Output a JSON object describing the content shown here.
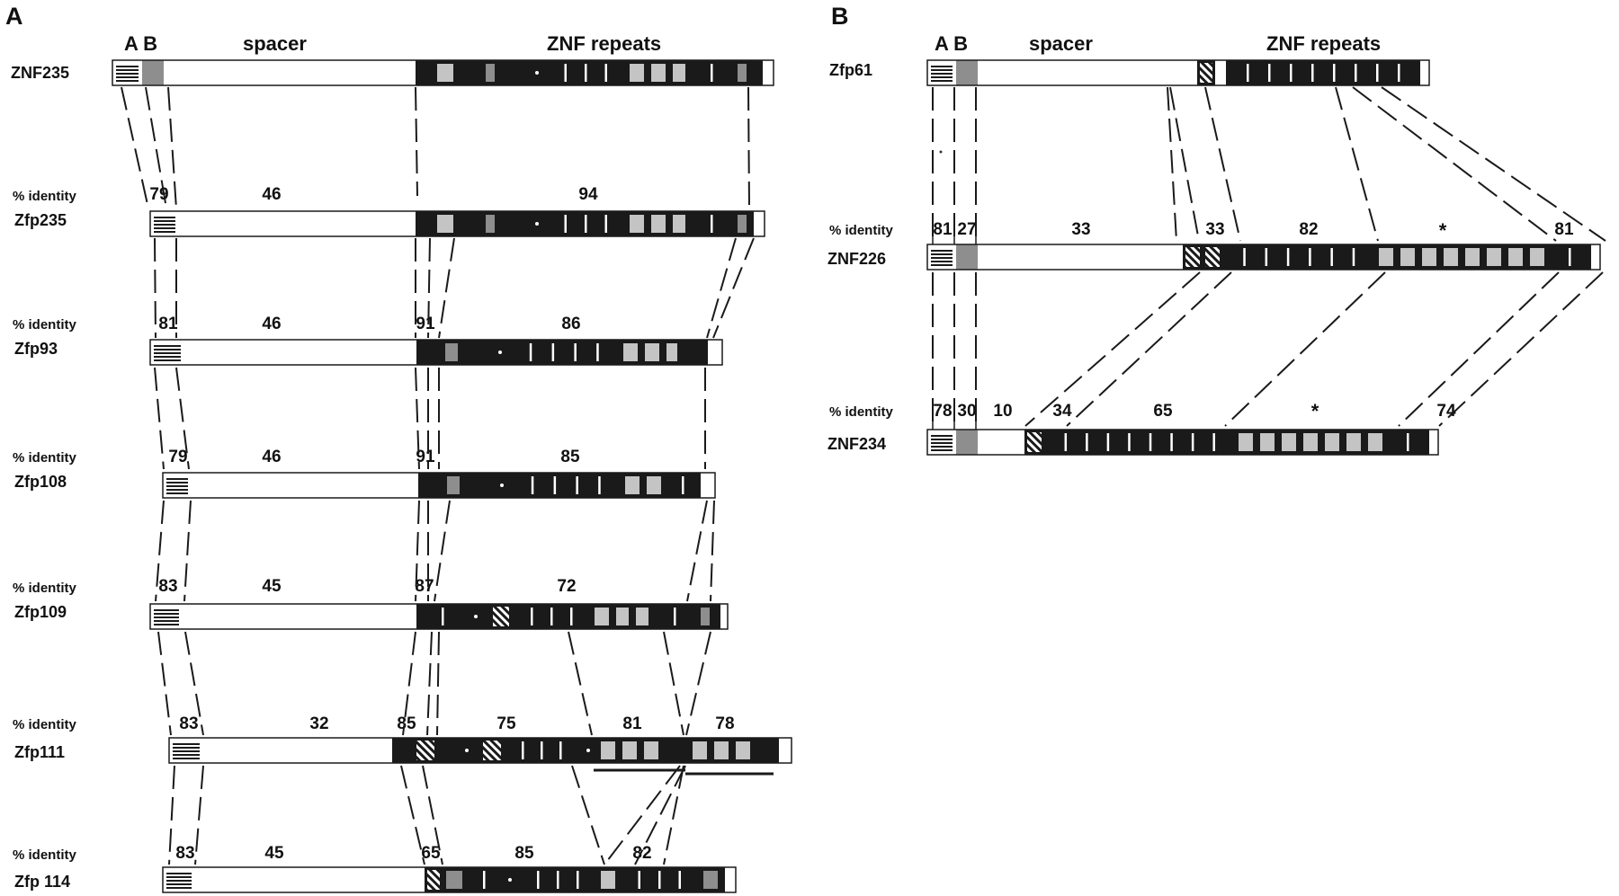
{
  "panels": {
    "a": {
      "label": "A",
      "headers": {
        "ab": "A B",
        "spacer": "spacer",
        "znf": "ZNF repeats"
      },
      "identity_label": "% identity",
      "genes": [
        {
          "name": "ZNF235",
          "identities": []
        },
        {
          "name": "Zfp235",
          "identities": [
            "79",
            "46",
            "94"
          ]
        },
        {
          "name": "Zfp93",
          "identities": [
            "81",
            "46",
            "91",
            "86"
          ]
        },
        {
          "name": "Zfp108",
          "identities": [
            "79",
            "46",
            "91",
            "85"
          ]
        },
        {
          "name": "Zfp109",
          "identities": [
            "83",
            "45",
            "87",
            "72"
          ]
        },
        {
          "name": "Zfp111",
          "identities": [
            "83",
            "32",
            "85",
            "75",
            "81",
            "78"
          ]
        },
        {
          "name": "Zfp 114",
          "identities": [
            "83",
            "45",
            "65",
            "85",
            "82"
          ]
        }
      ]
    },
    "b": {
      "label": "B",
      "headers": {
        "ab": "A B",
        "spacer": "spacer",
        "znf": "ZNF repeats"
      },
      "identity_label": "% identity",
      "genes": [
        {
          "name": "Zfp61",
          "identities": []
        },
        {
          "name": "ZNF226",
          "identities": [
            "81",
            "27",
            "33",
            "33",
            "82",
            "*",
            "81"
          ]
        },
        {
          "name": "ZNF234",
          "identities": [
            "78",
            "30",
            "10",
            "34",
            "65",
            "*",
            "74"
          ]
        }
      ]
    }
  },
  "legend_colors": {
    "spacer": "#ffffff",
    "znf_finger": "#1a1a1a",
    "degenerate_finger": "#c4c4c4",
    "krab_b": "#8e8e8e",
    "hatched": "hatch"
  }
}
